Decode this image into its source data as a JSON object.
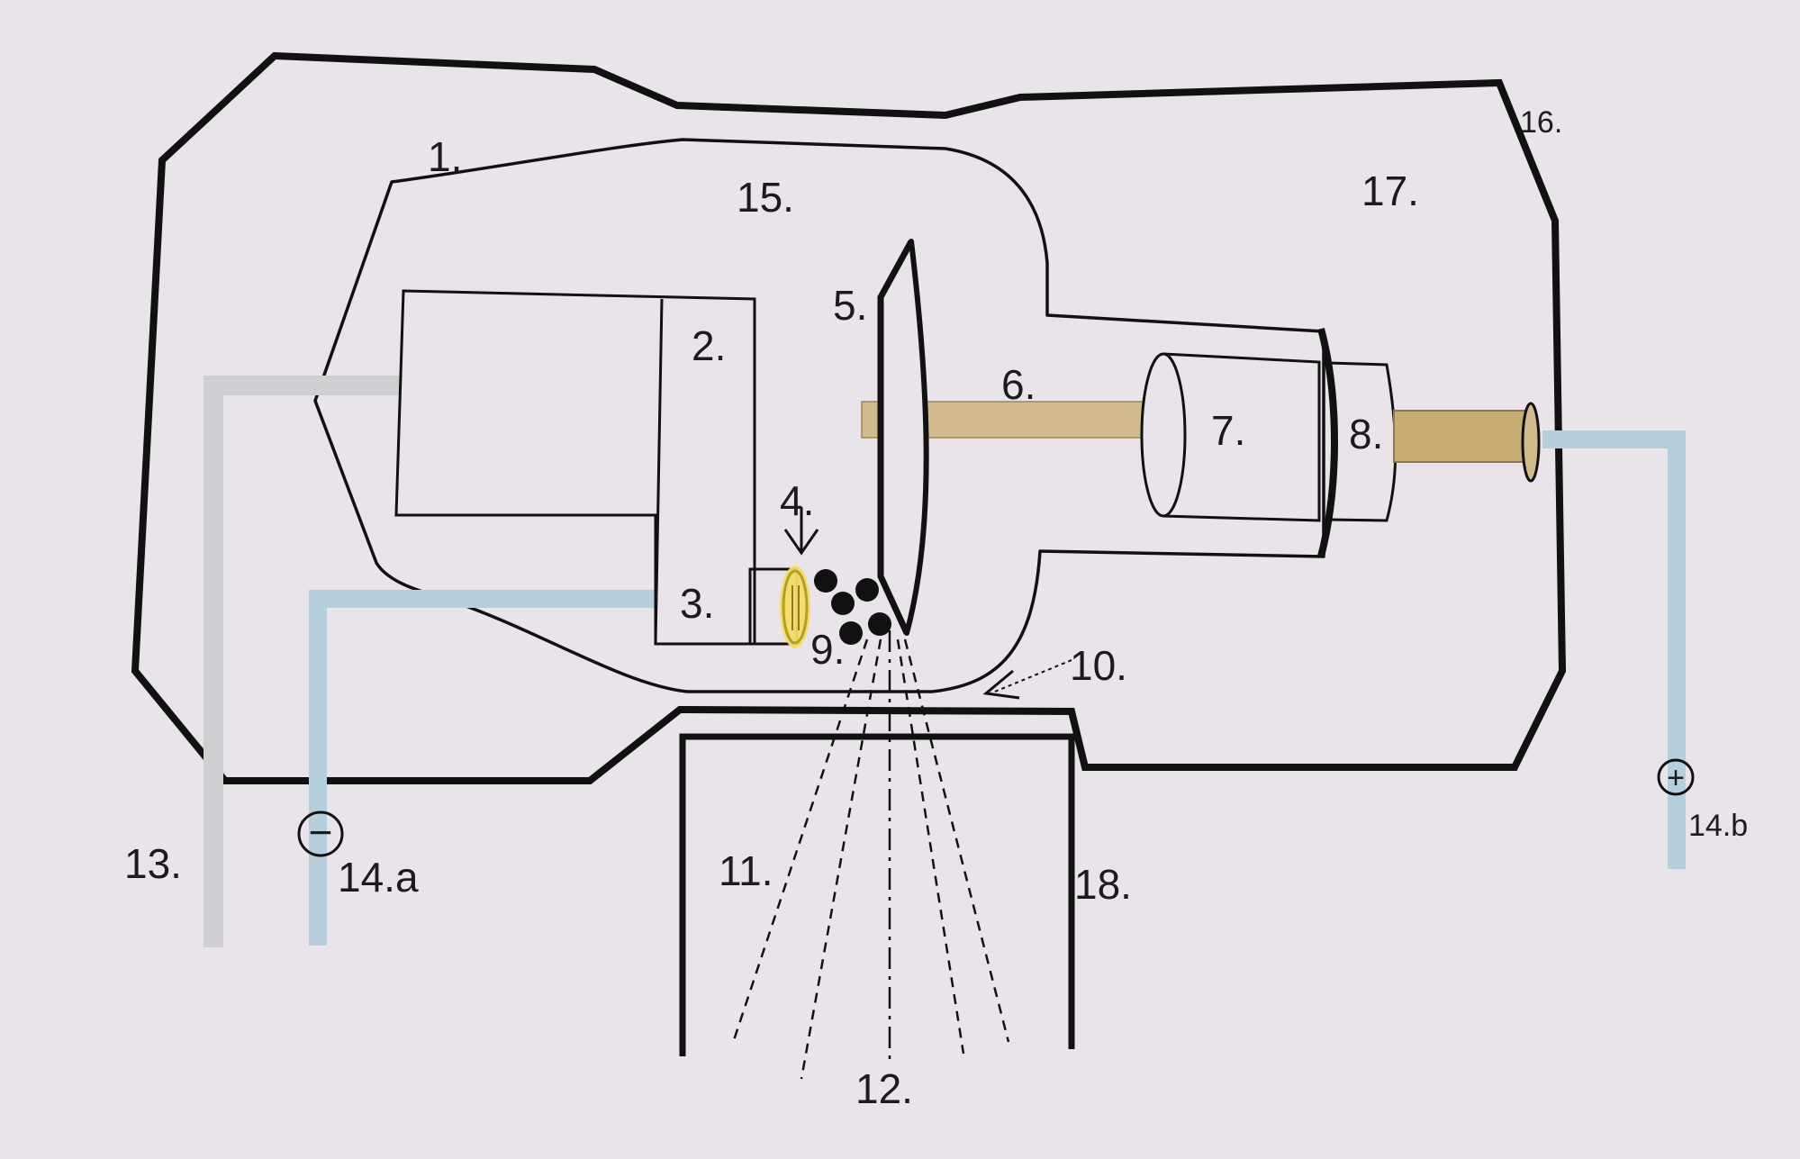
{
  "diagram": {
    "labels": {
      "l1": "1.",
      "l2": "2.",
      "l3": "3.",
      "l4": "4.",
      "l5": "5.",
      "l6": "6.",
      "l7": "7.",
      "l8": "8.",
      "l9": "9.",
      "l10": "10.",
      "l11": "11.",
      "l12": "12.",
      "l13": "13.",
      "l14a": "14.a",
      "l14b": "14.b",
      "l15": "15.",
      "l16": "16.",
      "l17": "17.",
      "l18": "18."
    },
    "terminals": {
      "negative": "−",
      "positive": "+"
    },
    "colors": {
      "background": "#e9e4ea",
      "line": "#111111",
      "cable_grey": "#cfcfd2",
      "cable_blue": "#b6cfdd",
      "shaft": "#d1bb8c",
      "filament_highlight": "#f2dc66"
    }
  }
}
